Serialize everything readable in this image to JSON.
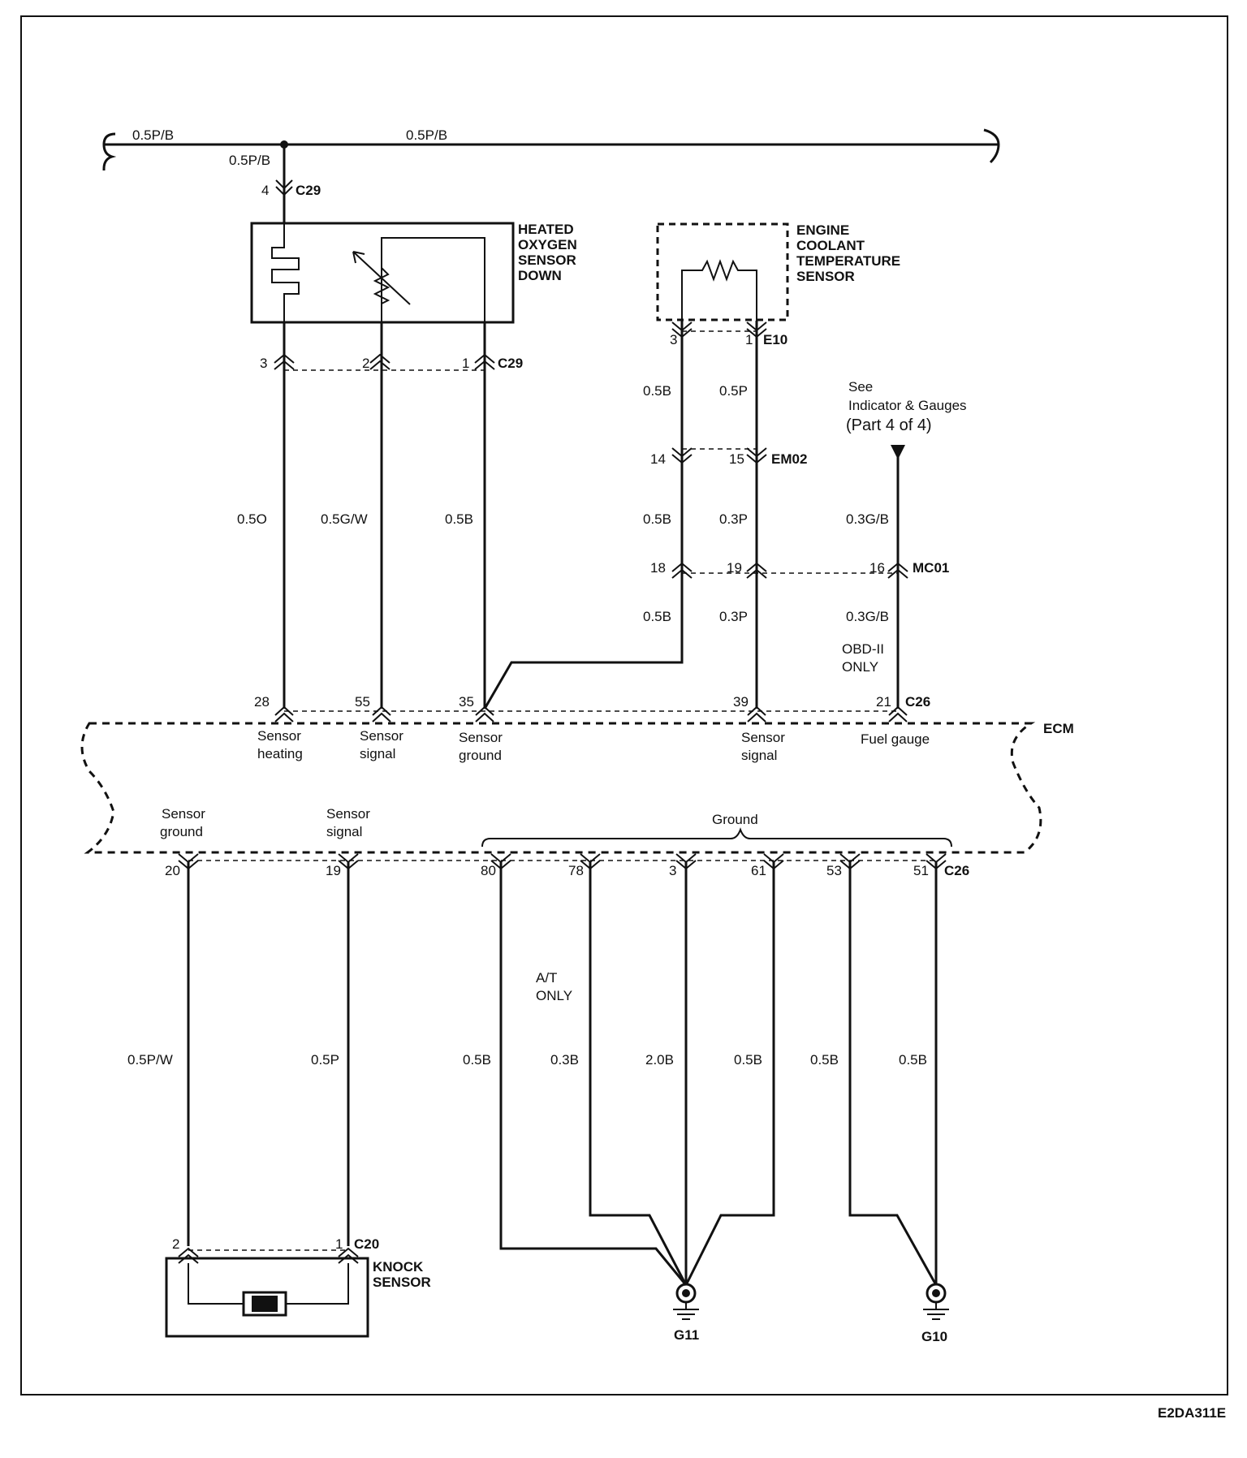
{
  "figure_id": "E2DA311E",
  "bus": {
    "left_label": "0.5P/B",
    "right_label": "0.5P/B",
    "drop_label": "0.5P/B"
  },
  "components": {
    "ho2s": "HEATED\nOXYGEN\nSENSOR\nDOWN",
    "ect": "ENGINE\nCOOLANT\nTEMPERATURE\nSENSOR",
    "knock": "KNOCK\nSENSOR",
    "ecm": "ECM"
  },
  "connectors": {
    "c29_top": {
      "name": "C29",
      "pin": "4"
    },
    "c29_bottom": {
      "name": "C29",
      "pins": [
        "3",
        "2",
        "1"
      ]
    },
    "e10": {
      "name": "E10",
      "pins": [
        "3",
        "1"
      ]
    },
    "em02": {
      "name": "EM02",
      "pins": [
        "14",
        "15"
      ]
    },
    "mc01": {
      "name": "MC01",
      "pins": [
        "18",
        "19",
        "16"
      ]
    },
    "c26_top": {
      "name": "C26",
      "pins": [
        "28",
        "55",
        "35",
        "39",
        "21"
      ]
    },
    "c26_bottom": {
      "name": "C26",
      "pins": [
        "20",
        "19",
        "80",
        "78",
        "3",
        "61",
        "53",
        "51"
      ]
    },
    "c20": {
      "name": "C20",
      "pins": [
        "2",
        "1"
      ]
    }
  },
  "wires": {
    "ho2s_heat": "0.5O",
    "ho2s_sig": "0.5G/W",
    "ho2s_gnd": "0.5B",
    "ect_gnd_1": "0.5B",
    "ect_sig_1": "0.5P",
    "ect_gnd_2": "0.5B",
    "ect_sig_2": "0.3P",
    "ect_gnd_3": "0.5B",
    "ect_sig_3": "0.3P",
    "fuel_1": "0.3G/B",
    "fuel_2": "0.3G/B",
    "knock_gnd": "0.5P/W",
    "knock_sig": "0.5P",
    "g80": "0.5B",
    "g78": "0.3B",
    "g3": "2.0B",
    "g61": "0.5B",
    "g53": "0.5B",
    "g51": "0.5B"
  },
  "ecm_pins_top": {
    "sensor_heating": "Sensor\nheating",
    "sensor_signal_o2": "Sensor\nsignal",
    "sensor_ground_o2": "Sensor\nground",
    "sensor_signal_ect": "Sensor\nsignal",
    "fuel_gauge": "Fuel  gauge"
  },
  "ecm_pins_bottom": {
    "sensor_ground_knock": "Sensor\nground",
    "sensor_signal_knock": "Sensor\nsignal",
    "ground": "Ground"
  },
  "notes": {
    "see_ref": "See\nIndicator & Gauges",
    "see_ref_part": "(Part 4 of 4)",
    "obd": "OBD-II\nONLY",
    "at_only": "A/T\nONLY"
  },
  "grounds": {
    "g11": "G11",
    "g10": "G10"
  }
}
